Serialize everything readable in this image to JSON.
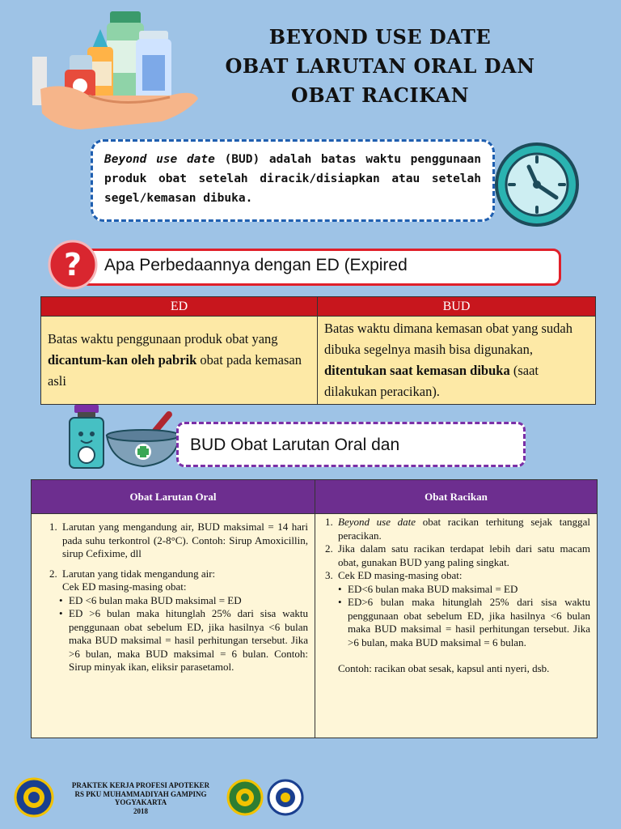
{
  "title": {
    "line1": "BEYOND USE DATE",
    "line2": "OBAT LARUTAN ORAL DAN",
    "line3": "OBAT RACIKAN"
  },
  "definition": {
    "term": "Beyond use date",
    "abbr": "(BUD)",
    "text": " adalah batas waktu penggunaan produk obat setelah diracik/disiapkan atau setelah segel/kemasan dibuka."
  },
  "question": "Apa Perbedaannya dengan ED (Expired",
  "compare": {
    "head_ed": "ED",
    "head_bud": "BUD",
    "ed_pre": "Batas waktu penggunaan produk obat yang ",
    "ed_bold": "dicantum-kan oleh pabrik",
    "ed_post": " obat pada kemasan asli",
    "bud_pre": "Batas waktu dimana kemasan obat yang sudah dibuka segelnya masih bisa digunakan, ",
    "bud_bold": "ditentukan saat kemasan dibuka",
    "bud_post": " (saat dilakukan peracikan)."
  },
  "section_label": "BUD Obat Larutan Oral dan",
  "table": {
    "col1": "Obat Larutan Oral",
    "col2": "Obat Racikan",
    "oral": {
      "item1_num": "1.",
      "item1": "Larutan yang mengandung air, BUD maksimal = 14 hari pada suhu terkontrol (2-8°C). Contoh: Sirup Amoxicillin, sirup Cefixime, dll",
      "item2_num": "2.",
      "item2": "Larutan yang tidak mengandung air:",
      "item2_sub": "Cek ED masing-masing obat:",
      "bullet1": "ED <6 bulan maka BUD maksimal = ED",
      "bullet2": "ED >6 bulan maka hitunglah 25% dari sisa waktu penggunaan obat sebelum ED, jika hasilnya <6 bulan maka BUD maksimal = hasil perhitungan tersebut. Jika >6 bulan, maka BUD maksimal = 6 bulan. Contoh: Sirup minyak ikan, eliksir parasetamol."
    },
    "racikan": {
      "item1_num": "1.",
      "item1_it": "Beyond use date",
      "item1": " obat racikan terhitung sejak tanggal peracikan.",
      "item2_num": "2.",
      "item2": "Jika dalam satu racikan terdapat lebih dari satu macam obat, gunakan BUD yang paling singkat.",
      "item3_num": "3.",
      "item3": "Cek ED masing-masing obat:",
      "bullet1": "ED<6 bulan maka BUD maksimal = ED",
      "bullet2": "ED>6 bulan maka hitunglah 25% dari sisa waktu penggunaan obat sebelum ED, jika hasilnya <6 bulan maka BUD maksimal = hasil perhitungan tersebut. Jika >6 bulan, maka BUD maksimal = 6 bulan.",
      "example": "Contoh: racikan obat sesak, kapsul anti nyeri, dsb."
    }
  },
  "footer": {
    "line1": "PRAKTEK KERJA PROFESI APOTEKER",
    "line2": "RS PKU MUHAMMADIYAH GAMPING",
    "line3": "YOGYAKARTA",
    "line4": "2018"
  },
  "bullet_char": "•",
  "colors": {
    "background": "#9ec3e6",
    "red_header": "#c8161d",
    "purple_header": "#6d2e8f",
    "cell_yellow": "#fde9a6",
    "dash_blue": "#1f5fb0",
    "dash_purple": "#7b2fa6"
  },
  "icons": {
    "hero": "hand-medicine-icon",
    "clock": "clock-icon",
    "question": "question-mark-icon",
    "meds": "bottle-mortar-icon",
    "logos": [
      "umy-logo-icon",
      "pku-logo-icon",
      "university-seal-icon"
    ]
  }
}
